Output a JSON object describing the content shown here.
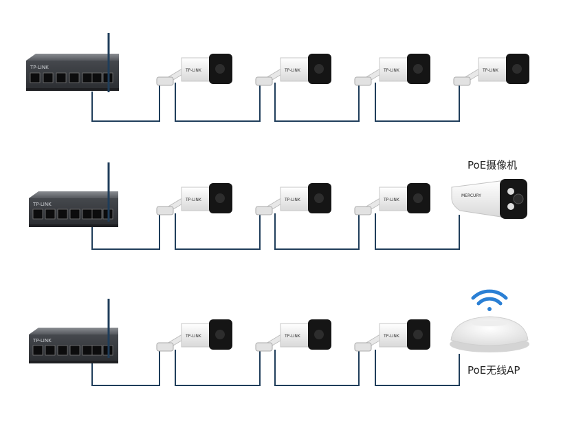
{
  "switch_brand": "TP-LINK",
  "camera_brand": "TP-LINK",
  "poe_camera_brand": "MERCURY",
  "labels": {
    "poe_camera": "PoE摄像机",
    "poe_ap": "PoE无线AP"
  },
  "colors": {
    "cable": "#1f3d5a",
    "switch_body": "#3a3d42",
    "camera_body": "#f4f4f4",
    "camera_face": "#151515"
  },
  "rows": [
    {
      "cameras": 4,
      "end_device": ""
    },
    {
      "cameras": 3,
      "end_device": "poe-camera"
    },
    {
      "cameras": 3,
      "end_device": "wireless-ap"
    }
  ]
}
